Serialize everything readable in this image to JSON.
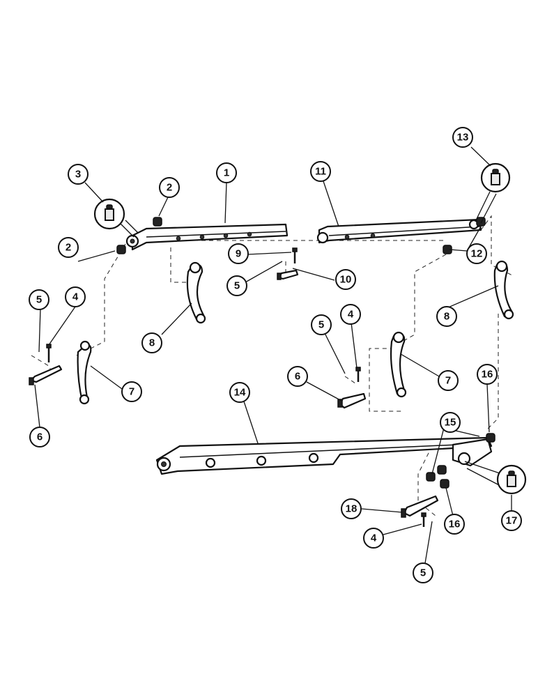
{
  "callouts": {
    "c1": "1",
    "c2a": "2",
    "c2b": "2",
    "c3": "3",
    "c4a": "4",
    "c4b": "4",
    "c4c": "4",
    "c5a": "5",
    "c5b": "5",
    "c5c": "5",
    "c5d": "5",
    "c6a": "6",
    "c6b": "6",
    "c7a": "7",
    "c7b": "7",
    "c8a": "8",
    "c8b": "8",
    "c9": "9",
    "c10": "10",
    "c11": "11",
    "c12": "12",
    "c13": "13",
    "c14": "14",
    "c15": "15",
    "c16a": "16",
    "c16b": "16",
    "c17": "17",
    "c18": "18"
  }
}
